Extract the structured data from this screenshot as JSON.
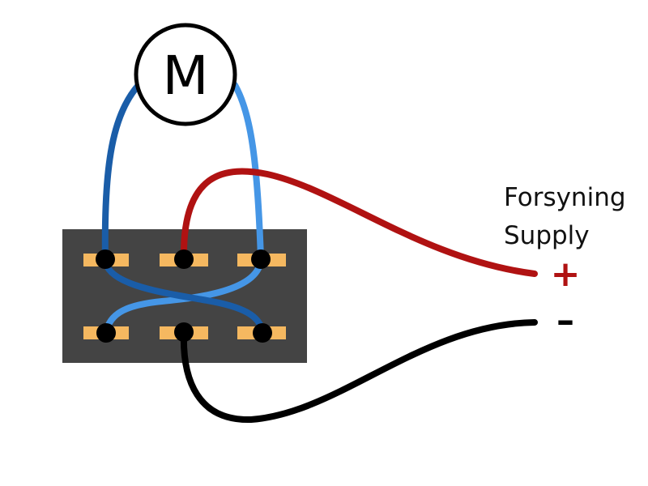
{
  "motor": {
    "symbol": "M"
  },
  "supply": {
    "label_line1": "Forsyning",
    "label_line2": "Supply",
    "positive_symbol": "+",
    "negative_symbol": "–"
  },
  "colors": {
    "switch_body": "#444444",
    "terminal_pad": "#F5B860",
    "terminal_dot": "#000000",
    "wire_dark_blue": "#1A5DA8",
    "wire_light_blue": "#4596E6",
    "wire_positive": "#B01212",
    "wire_negative": "#000000",
    "positive_sign": "#B01212",
    "negative_sign": "#000000"
  }
}
